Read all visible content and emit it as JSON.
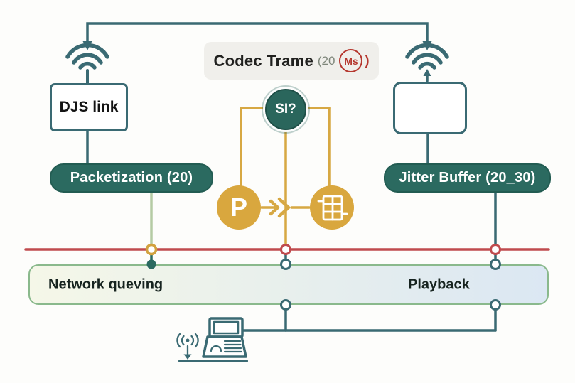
{
  "header": {
    "title": "Codec Trame",
    "paren_value": "(20",
    "unit": "Ms",
    "close_paren": ")"
  },
  "left_chain": {
    "device_label": "DJS link",
    "badge_label": "Packetization (20)"
  },
  "right_chain": {
    "badge_label": "Jitter Buffer (20_30)"
  },
  "signaling": {
    "circle_label": "SI?",
    "p_coin_label": "P"
  },
  "pipeline_band": {
    "left_label": "Network queving",
    "right_label": "Playback"
  },
  "icons": [
    "wifi-icon-left",
    "wifi-icon-right",
    "clock-icon",
    "p-coin-icon",
    "packet-grid-icon",
    "flow-arrow-icon",
    "laptop-icon",
    "signal-icon"
  ],
  "colors": {
    "teal_line": "#3a6a73",
    "badge_green": "#2b6a60",
    "gold": "#d7a843",
    "red_line": "#c04b4e",
    "band_border": "#8ab98c",
    "sage_line": "#b5cba4",
    "header_bg": "#f0efeb",
    "ms_red": "#b5372e"
  }
}
